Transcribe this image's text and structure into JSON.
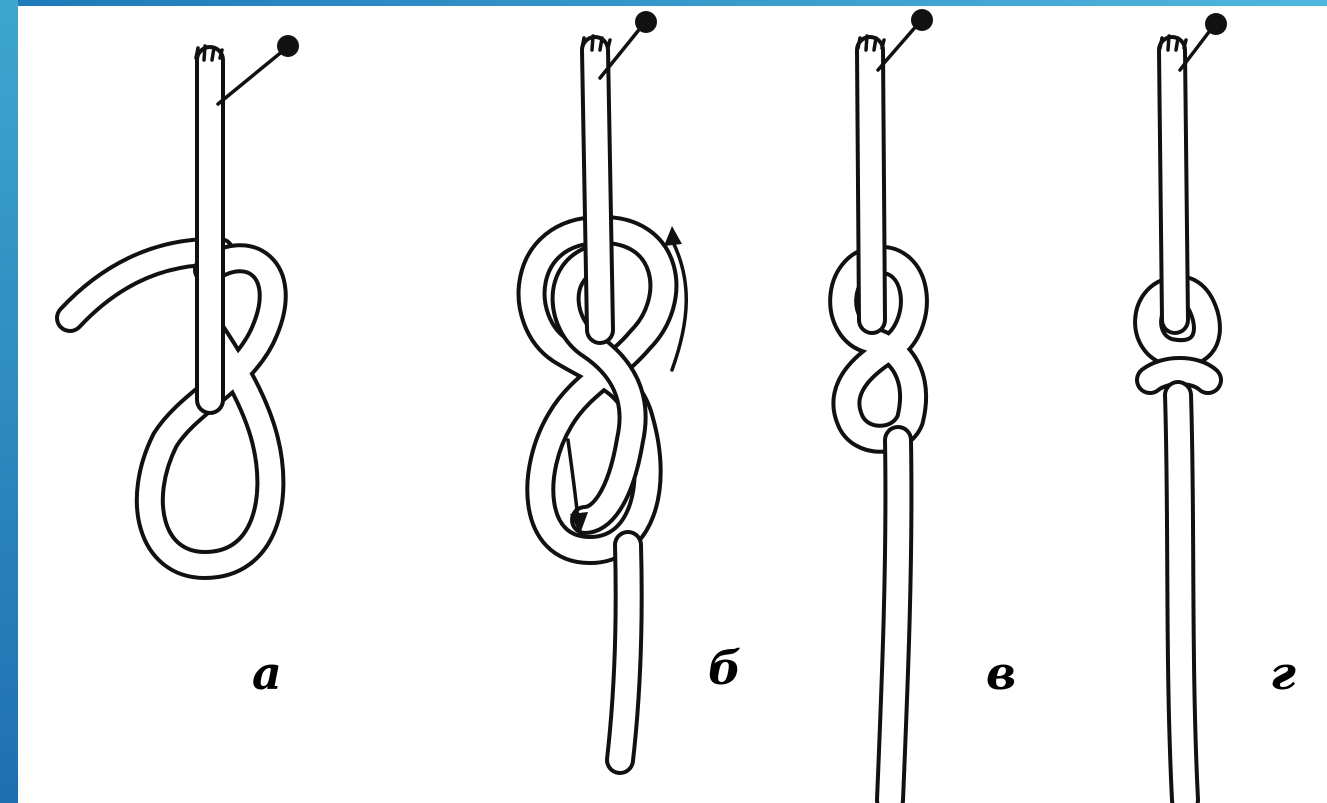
{
  "colors": {
    "frame_gradient_top": "#3ea6cf",
    "frame_gradient_bottom": "#1f78b8",
    "ink": "#111111",
    "paper": "#ffffff"
  },
  "panels": [
    {
      "label": "а"
    },
    {
      "label": "б"
    },
    {
      "label": "в"
    },
    {
      "label": "г"
    }
  ],
  "icons": [
    "pin-icon",
    "arrow-up-icon",
    "arrow-down-icon"
  ]
}
